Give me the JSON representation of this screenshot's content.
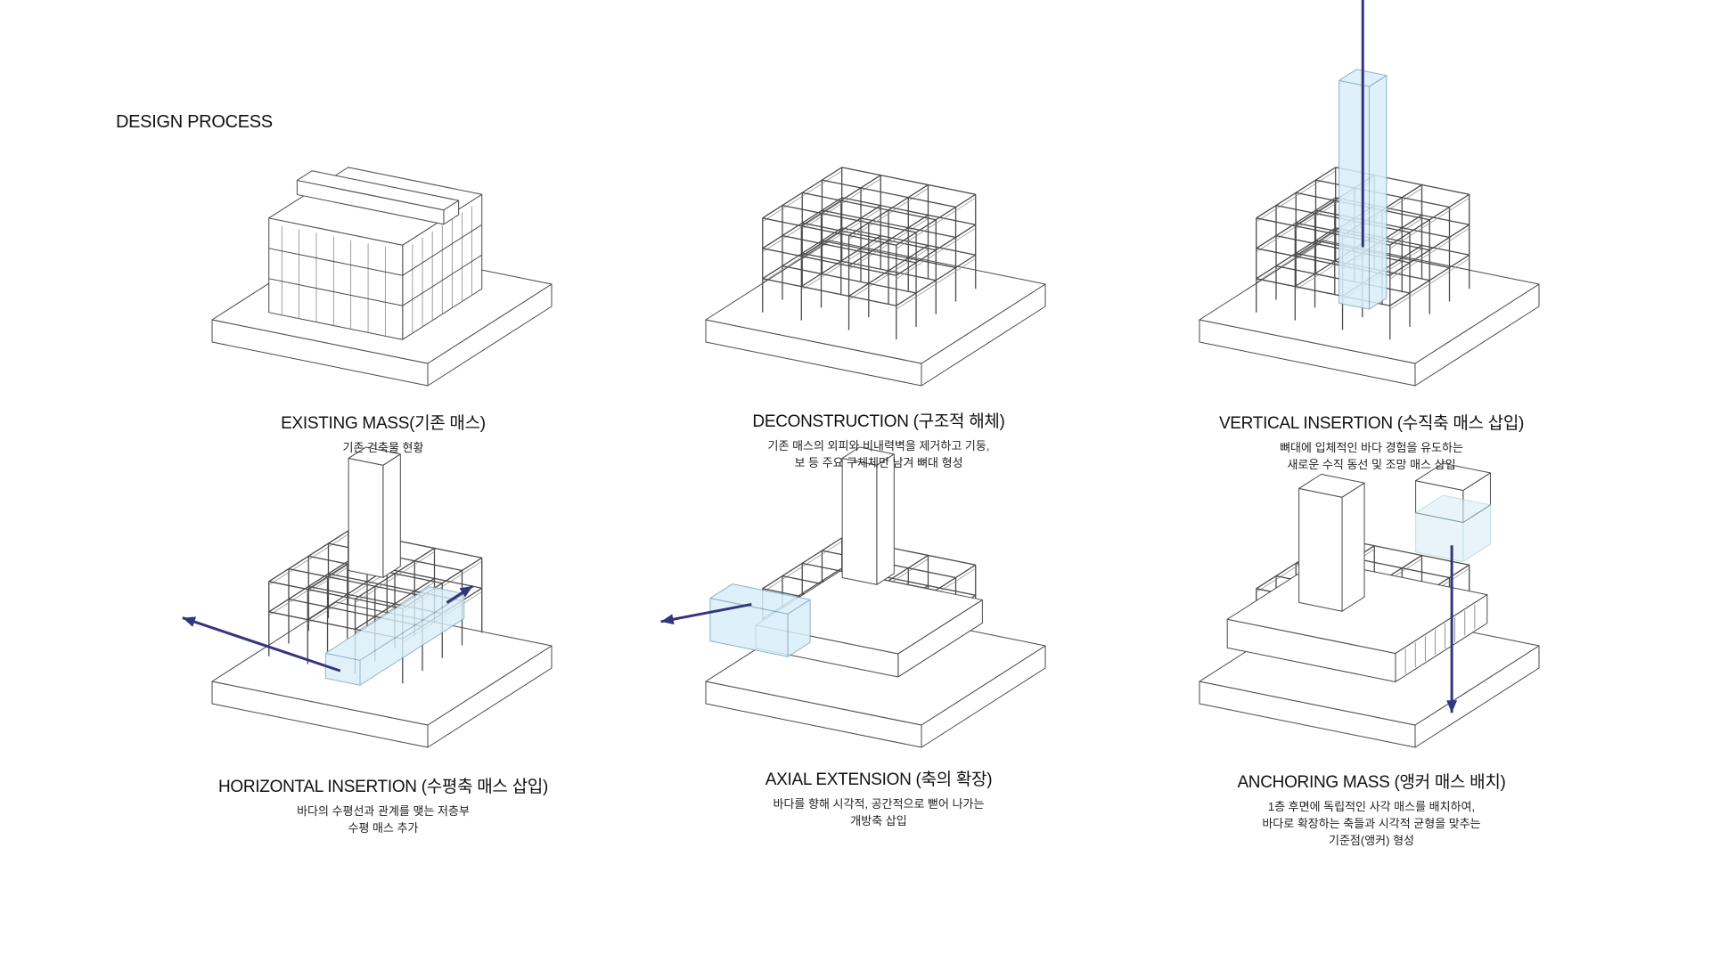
{
  "heading": "DESIGN PROCESS",
  "colors": {
    "arrow": "#34347e",
    "glass": "#d9eef8",
    "line": "#4a4a4a"
  },
  "panels": [
    {
      "title": "EXISTING MASS(기존 매스)",
      "desc": [
        "기존 건축물 현황"
      ],
      "icon": "existing-mass-diagram"
    },
    {
      "title": "DECONSTRUCTION (구조적 해체)",
      "desc": [
        "기존 매스의 외피와 비내력벽을 제거하고 기둥,",
        "보 등 주요 구체체만 남겨 뼈대 형성"
      ],
      "icon": "deconstruction-diagram"
    },
    {
      "title": "VERTICAL INSERTION (수직축 매스 삽입)",
      "desc": [
        "뼈대에 입체적인 바다 경험을 유도하는",
        "새로운 수직 동선 및 조망 매스 삽입"
      ],
      "icon": "vertical-insertion-diagram"
    },
    {
      "title": "HORIZONTAL INSERTION (수평축 매스 삽입)",
      "desc": [
        "바다의  수평선과  관계를  맺는  저층부",
        "수평 매스 추가"
      ],
      "icon": "horizontal-insertion-diagram"
    },
    {
      "title": "AXIAL EXTENSION (축의 확장)",
      "desc": [
        "바다를 향해 시각적, 공간적으로 뻗어 나가는",
        "개방축 삽입"
      ],
      "icon": "axial-extension-diagram"
    },
    {
      "title": "ANCHORING MASS (앵커 매스 배치)",
      "desc": [
        "1층 후면에 독립적인 사각 매스를 배치하여,",
        "바다로 확장하는 축들과 시각적 균형을 맞추는",
        "기준점(앵커) 형성"
      ],
      "icon": "anchoring-mass-diagram"
    }
  ]
}
